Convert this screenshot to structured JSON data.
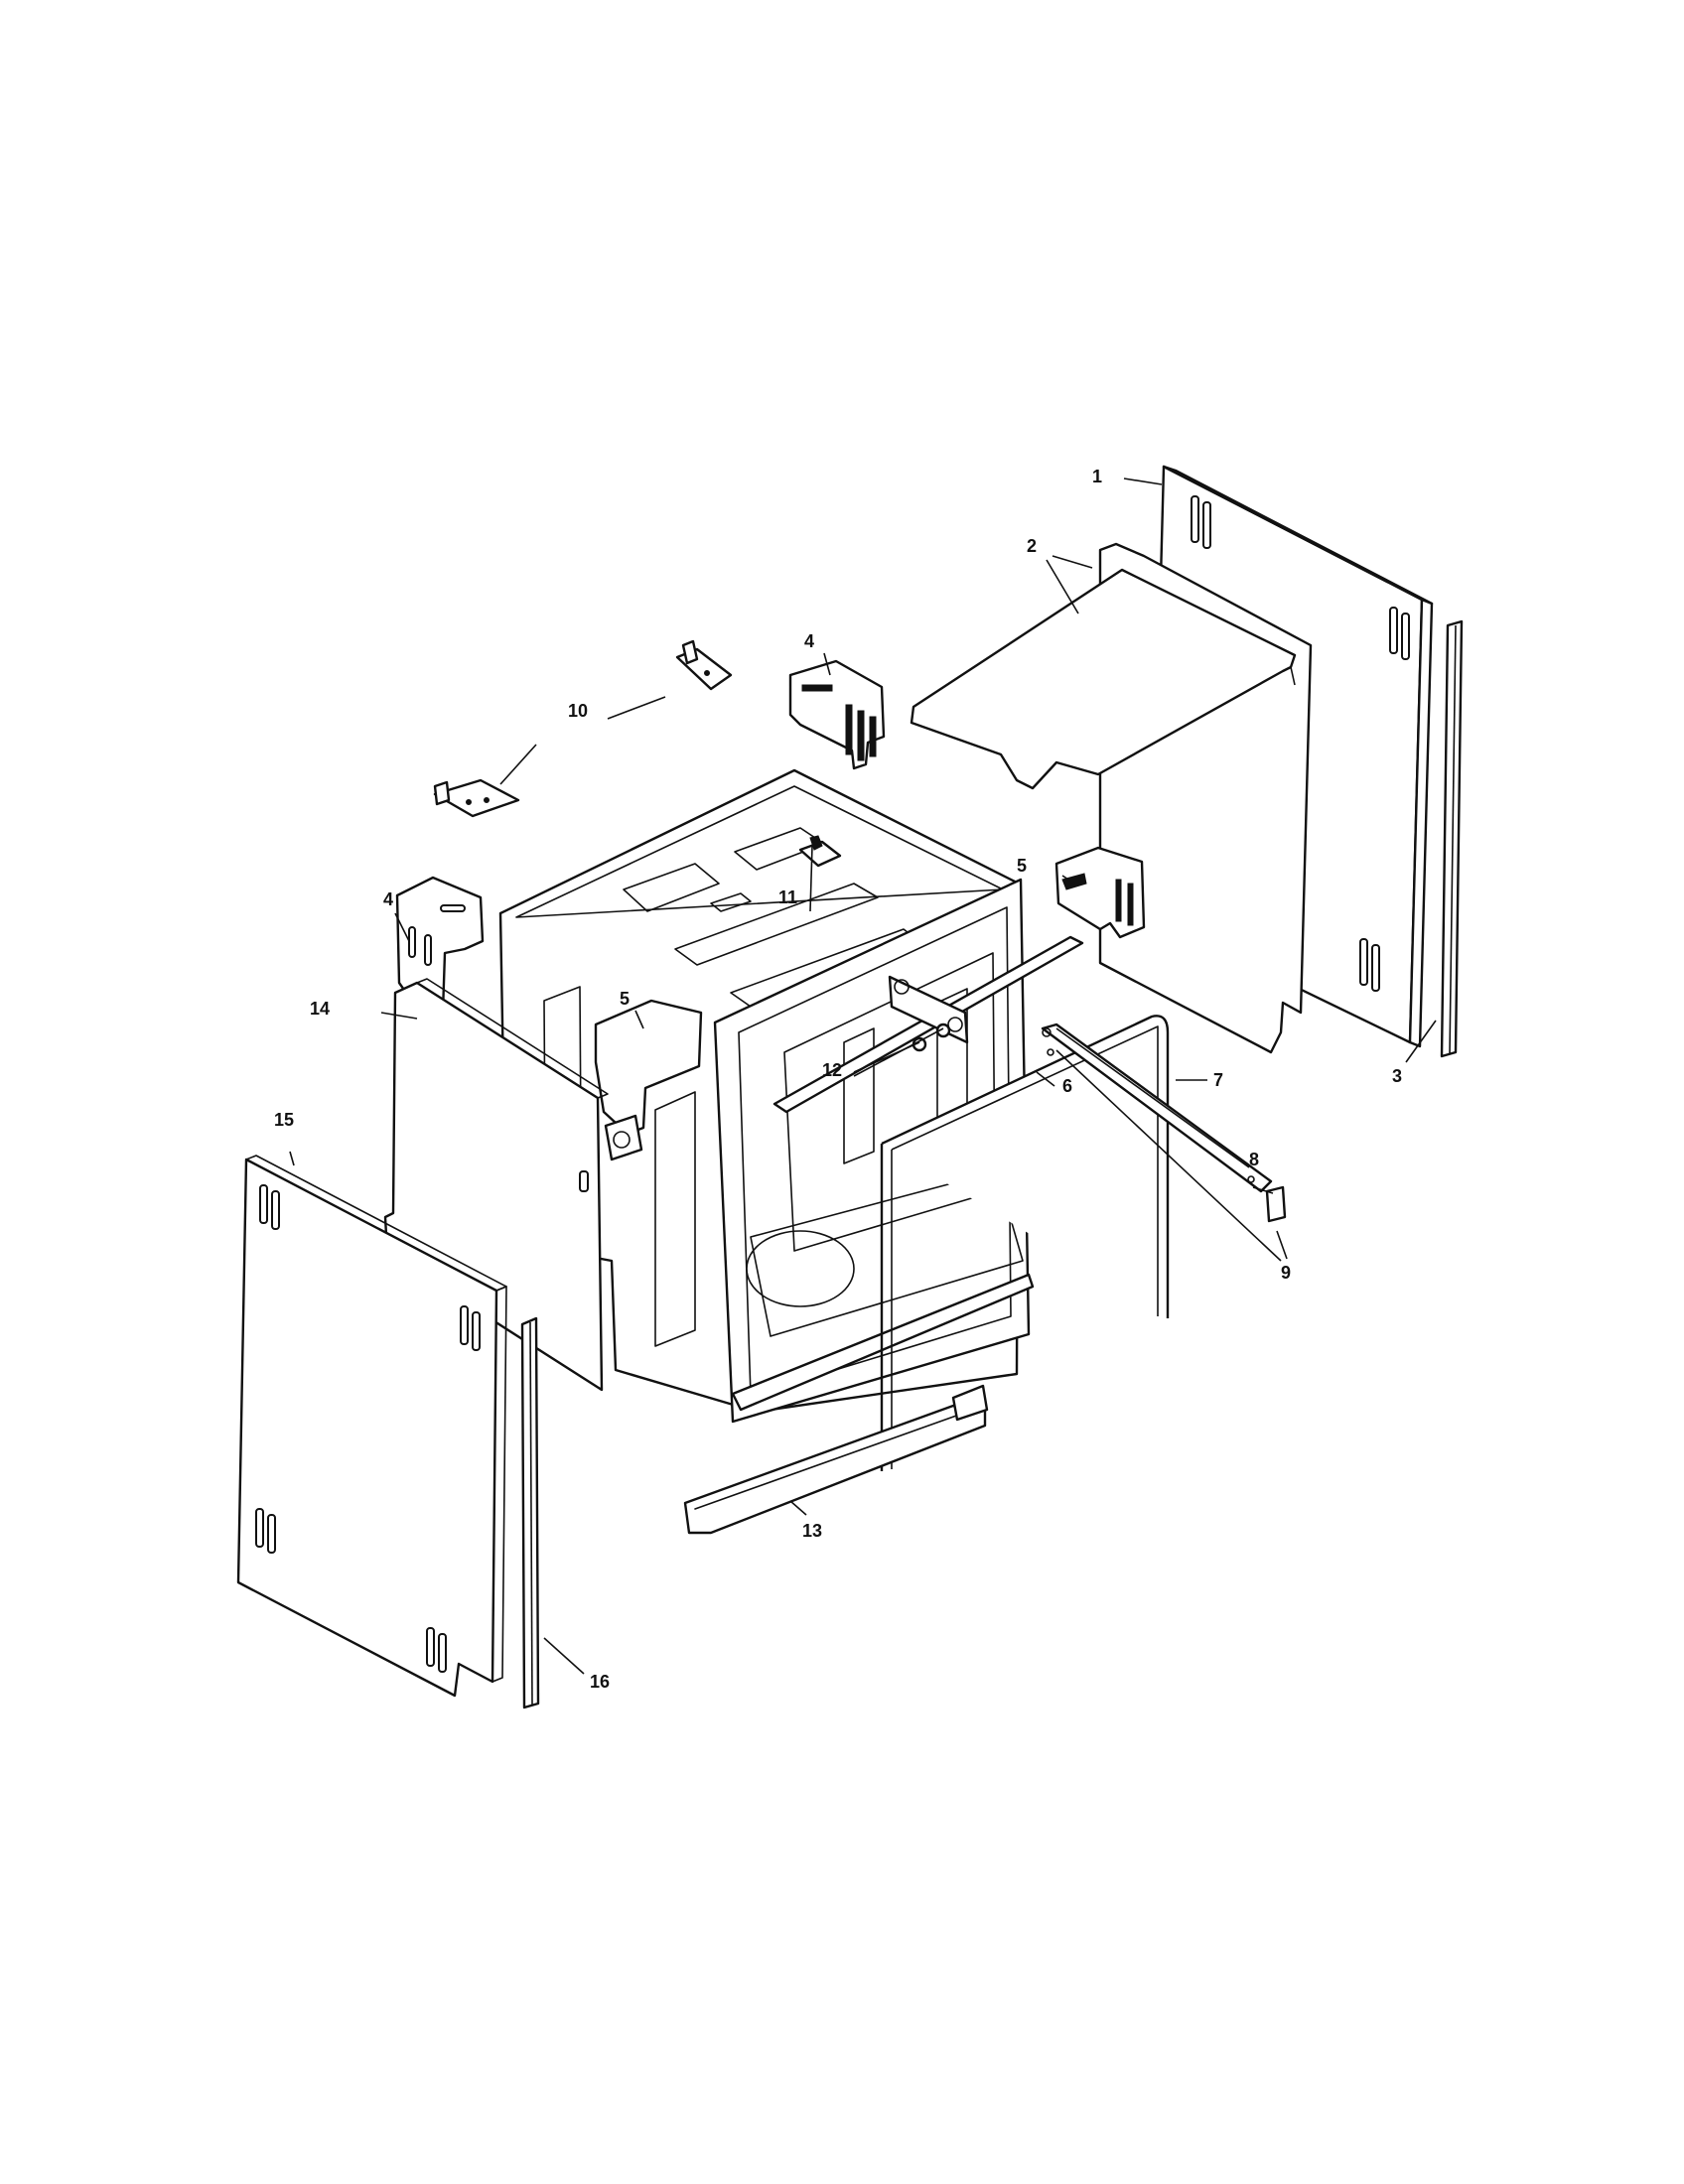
{
  "diagram": {
    "colors": {
      "ink": "#111111",
      "paper": "#ffffff"
    },
    "callouts": {
      "c1": "1",
      "c2": "2",
      "c3": "3",
      "c4a": "4",
      "c4b": "4",
      "c5a": "5",
      "c5b": "5",
      "c6": "6",
      "c7": "7",
      "c8": "8",
      "c9": "9",
      "c10": "10",
      "c11": "11",
      "c12": "12",
      "c13": "13",
      "c14": "14",
      "c15": "15",
      "c16": "16"
    }
  }
}
